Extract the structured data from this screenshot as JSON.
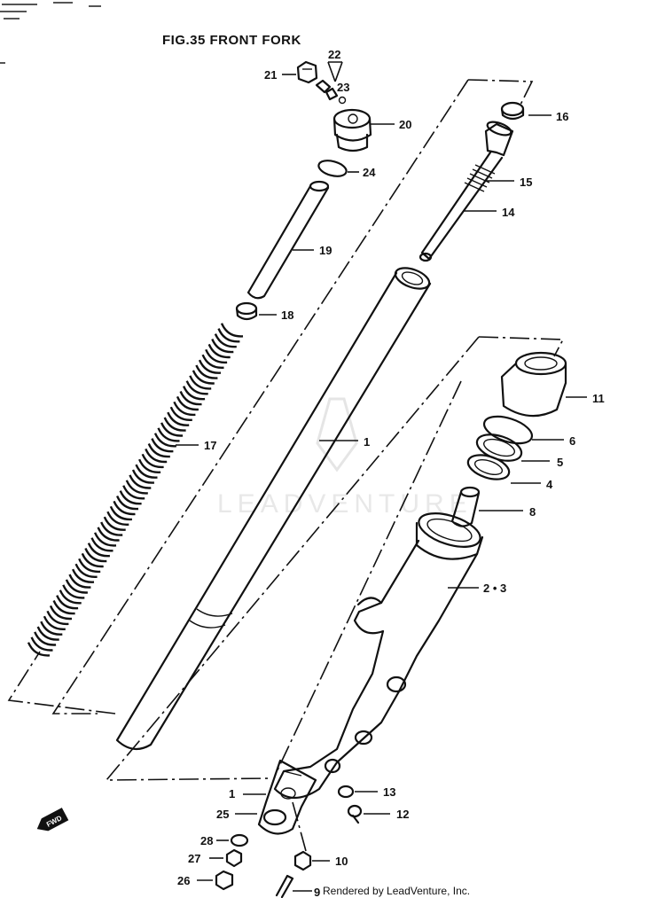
{
  "diagram": {
    "title": "FIG.35  FRONT FORK",
    "watermark": "LEADVENTURE",
    "credit": "Rendered by LeadVenture, Inc.",
    "direction_badge": "FWD",
    "parts": [
      {
        "ref": "21"
      },
      {
        "ref": "22"
      },
      {
        "ref": "23"
      },
      {
        "ref": "20"
      },
      {
        "ref": "16"
      },
      {
        "ref": "24"
      },
      {
        "ref": "15"
      },
      {
        "ref": "14"
      },
      {
        "ref": "19"
      },
      {
        "ref": "18"
      },
      {
        "ref": "11"
      },
      {
        "ref": "17"
      },
      {
        "ref": "1"
      },
      {
        "ref": "6"
      },
      {
        "ref": "5"
      },
      {
        "ref": "4"
      },
      {
        "ref": "8"
      },
      {
        "ref": "2 • 3"
      },
      {
        "ref": "1"
      },
      {
        "ref": "13"
      },
      {
        "ref": "25"
      },
      {
        "ref": "12"
      },
      {
        "ref": "28"
      },
      {
        "ref": "27"
      },
      {
        "ref": "10"
      },
      {
        "ref": "26"
      },
      {
        "ref": "9"
      }
    ]
  }
}
